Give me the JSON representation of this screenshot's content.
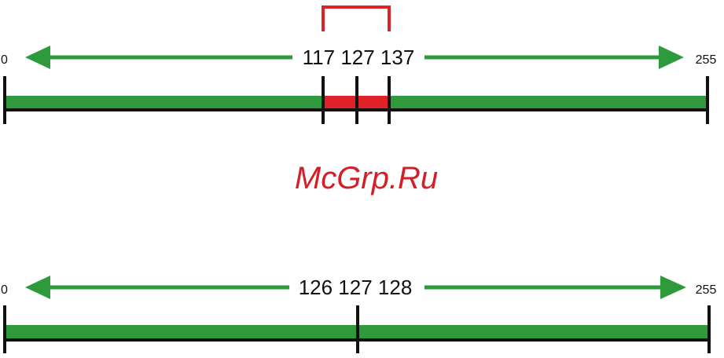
{
  "colors": {
    "green": "#2e9a3c",
    "red": "#e02127",
    "black": "#111111",
    "watermark": "#d41f26"
  },
  "watermark": "McGrp.Ru",
  "scales": [
    {
      "name": "scale-top",
      "min_label": "0",
      "max_label": "255",
      "center_labels": "117 127 137",
      "domain": [
        0,
        255
      ],
      "ticks": [
        0,
        117,
        127,
        137,
        255
      ],
      "highlight_range": [
        117,
        137
      ],
      "bracket": true
    },
    {
      "name": "scale-bottom",
      "min_label": "0",
      "max_label": "255",
      "center_labels": "126 127 128",
      "domain": [
        0,
        255
      ],
      "ticks": [
        0,
        127,
        255
      ],
      "highlight_range": null,
      "bracket": false
    }
  ]
}
